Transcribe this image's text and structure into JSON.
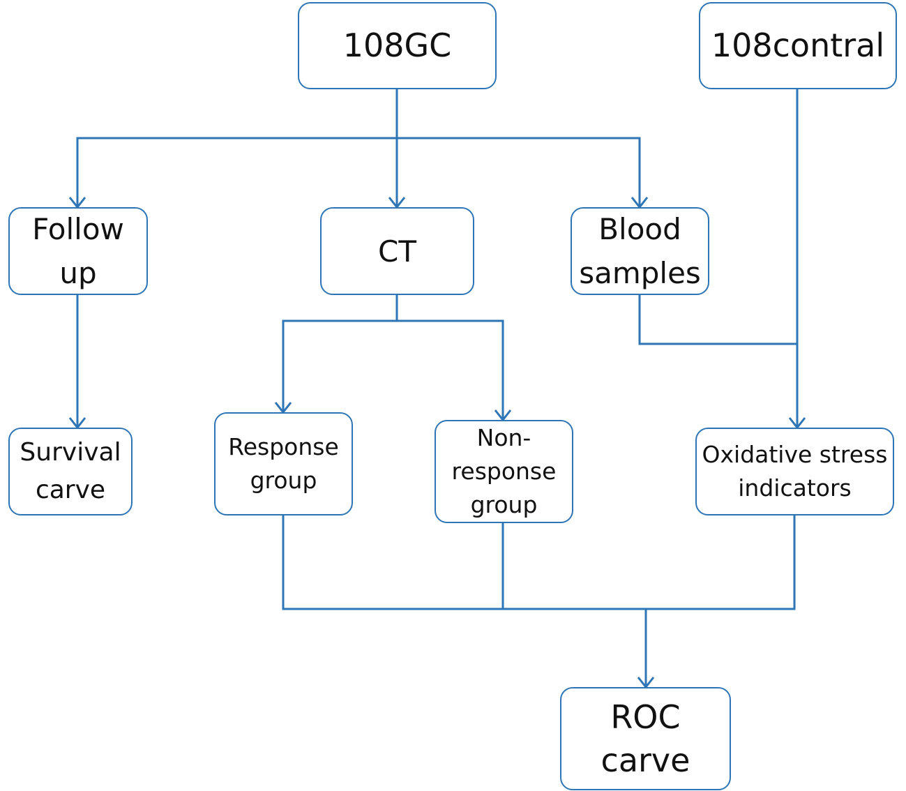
{
  "colors": {
    "line": "#2e75b6",
    "box_border": "#2e75b6",
    "text": "#111111",
    "background": "#ffffff"
  },
  "nodes": {
    "gc": {
      "label": "108GC"
    },
    "contral": {
      "label": "108contral"
    },
    "follow_up": {
      "label": "Follow\nup"
    },
    "ct": {
      "label": "CT"
    },
    "blood_samples": {
      "label": "Blood\nsamples"
    },
    "survival": {
      "label": "Survival\ncarve"
    },
    "response": {
      "label": "Response\ngroup"
    },
    "non_response": {
      "label": "Non-\nresponse\ngroup"
    },
    "oxidative": {
      "label": "Oxidative stress\nindicators"
    },
    "roc": {
      "label": "ROC carve"
    }
  },
  "edges": [
    {
      "from": "108GC",
      "to": "Follow up"
    },
    {
      "from": "108GC",
      "to": "CT"
    },
    {
      "from": "108GC",
      "to": "Blood samples"
    },
    {
      "from": "Follow up",
      "to": "Survival carve"
    },
    {
      "from": "CT",
      "to": "Response group"
    },
    {
      "from": "CT",
      "to": "Non-response group"
    },
    {
      "from": "Blood samples",
      "to": "Oxidative stress indicators"
    },
    {
      "from": "108contral",
      "to": "Oxidative stress indicators"
    },
    {
      "from": "Response group",
      "to": "ROC carve"
    },
    {
      "from": "Non-response group",
      "to": "ROC carve"
    },
    {
      "from": "Oxidative stress indicators",
      "to": "ROC carve"
    }
  ]
}
